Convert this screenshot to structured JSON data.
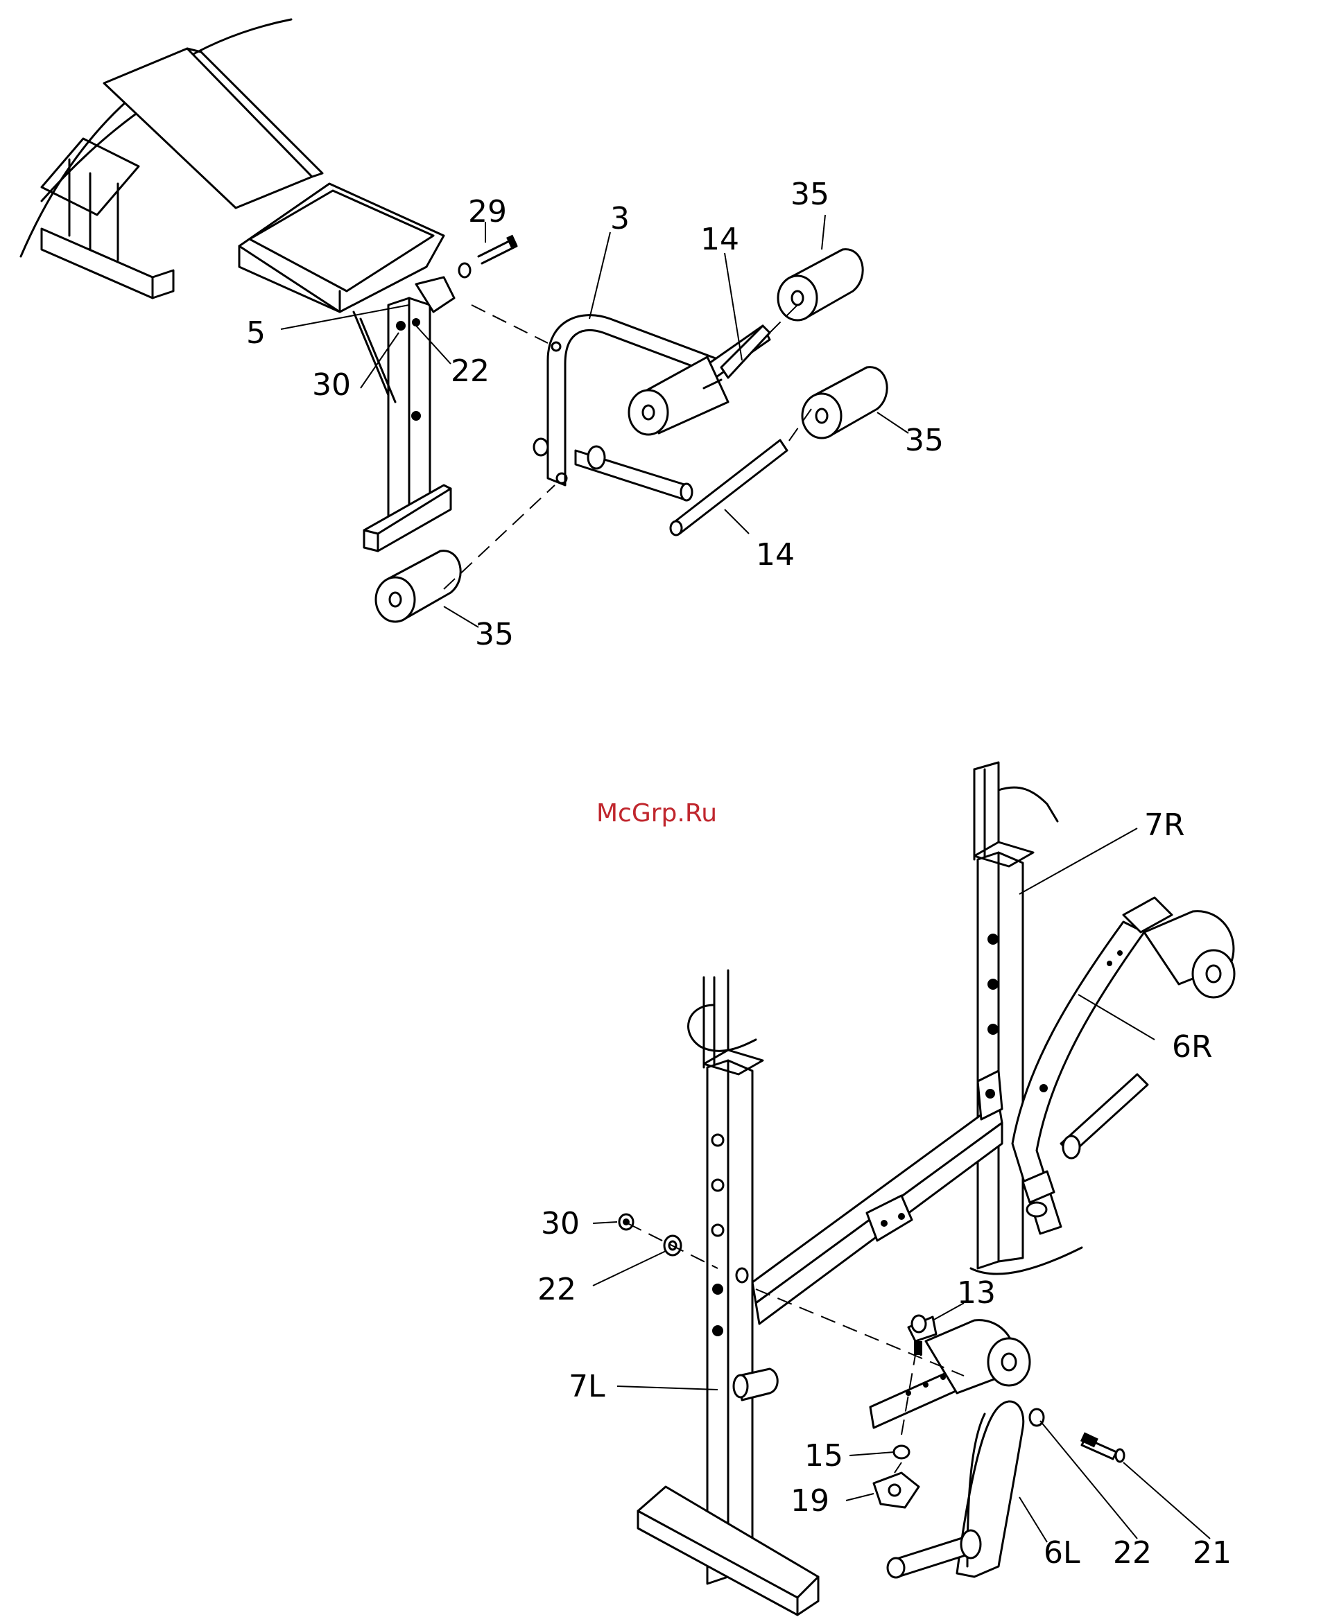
{
  "watermark": "McGrp.Ru",
  "diagram_top": {
    "labels": {
      "p29": "29",
      "p3": "3",
      "p14a": "14",
      "p35a": "35",
      "p5": "5",
      "p22": "22",
      "p30": "30",
      "p35b": "35",
      "p14b": "14",
      "p35c": "35"
    }
  },
  "diagram_bottom": {
    "labels": {
      "p7R": "7R",
      "p6R": "6R",
      "p30": "30",
      "p22a": "22",
      "p13": "13",
      "p7L": "7L",
      "p15": "15",
      "p19": "19",
      "p6L": "6L",
      "p22b": "22",
      "p21": "21"
    }
  }
}
